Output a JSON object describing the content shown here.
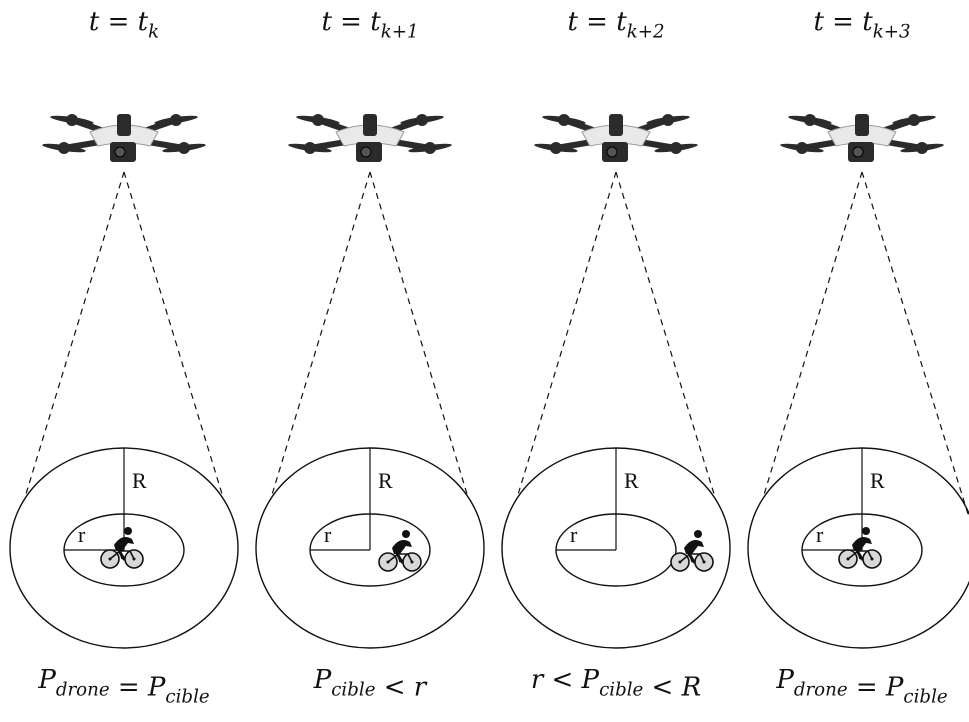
{
  "panels": [
    {
      "time": {
        "base": "t = t",
        "sub": "k"
      },
      "label_R": "R",
      "label_r": "r",
      "cyclist_zone": "centre",
      "caption": {
        "parts": [
          {
            "t": "P",
            "s": "drone"
          },
          {
            "t": " = P",
            "s": "cible"
          }
        ]
      }
    },
    {
      "time": {
        "base": "t = t",
        "sub": "k+1"
      },
      "label_R": "R",
      "label_r": "r",
      "cyclist_zone": "inner-edge",
      "caption": {
        "parts": [
          {
            "t": "P",
            "s": "cible"
          },
          {
            "t": " < r",
            "s": ""
          }
        ]
      }
    },
    {
      "time": {
        "base": "t = t",
        "sub": "k+2"
      },
      "label_R": "R",
      "label_r": "r",
      "cyclist_zone": "between-r-and-R",
      "caption": {
        "parts": [
          {
            "t": "r < P",
            "s": "cible"
          },
          {
            "t": " < R",
            "s": ""
          }
        ]
      }
    },
    {
      "time": {
        "base": "t = t",
        "sub": "k+3"
      },
      "label_R": "R",
      "label_r": "r",
      "cyclist_zone": "centre",
      "caption": {
        "parts": [
          {
            "t": "P",
            "s": "drone"
          },
          {
            "t": " = P",
            "s": "cible"
          }
        ]
      }
    }
  ],
  "icons": {
    "drone": "quadcopter-drone-icon",
    "cyclist": "cyclist-icon"
  },
  "colors": {
    "ink": "#111111",
    "drone_body": "#2b2b2b",
    "drone_shell": "#e9e9e9",
    "wheel_fill": "#d8d8d8"
  }
}
